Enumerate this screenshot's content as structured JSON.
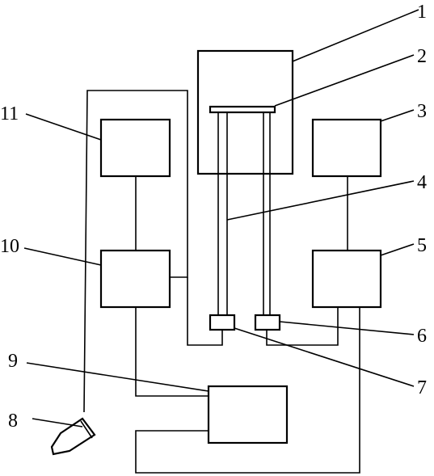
{
  "diagram": {
    "labels": {
      "c1": "1",
      "c2": "2",
      "c3": "3",
      "c4": "4",
      "c5": "5",
      "c6": "6",
      "c7": "7",
      "c8": "8",
      "c9": "9",
      "c10": "10",
      "c11": "11"
    }
  }
}
